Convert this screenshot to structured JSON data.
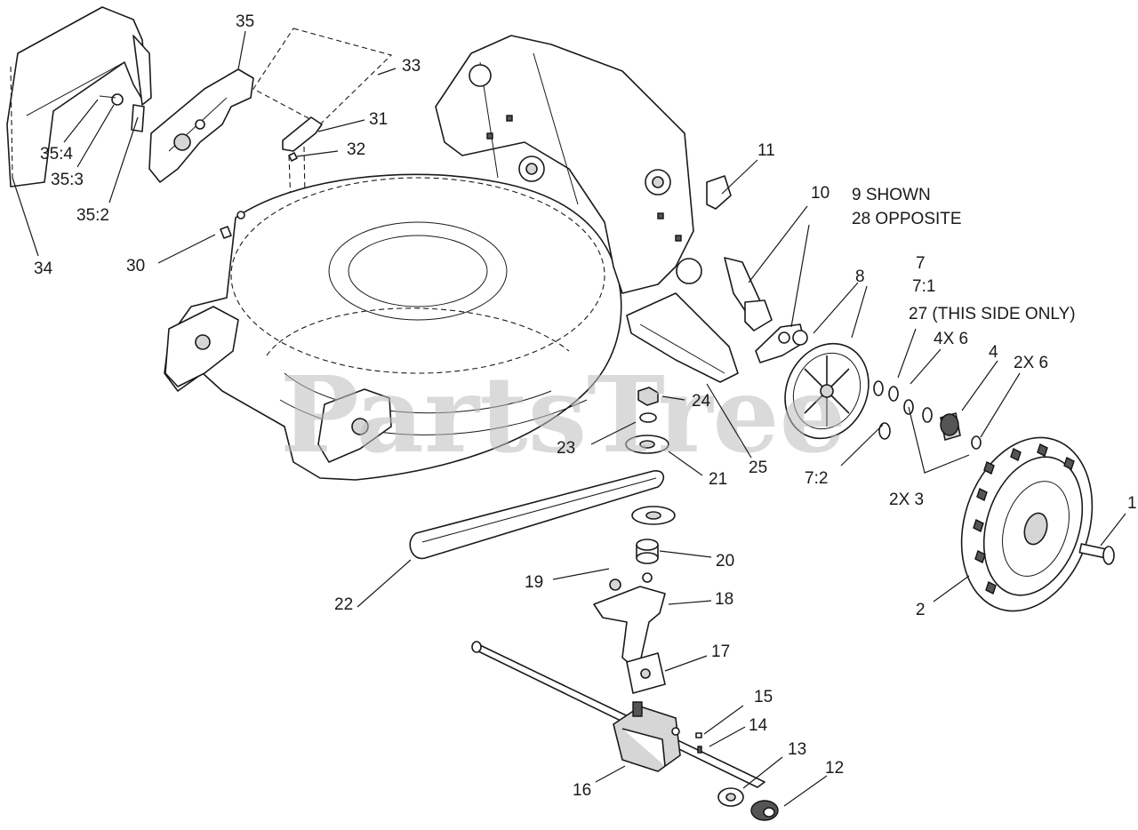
{
  "watermark": "PartsTree",
  "callouts": {
    "c1": "1",
    "c2": "2",
    "c4": "4",
    "c4x6": "4X 6",
    "c2x6": "2X 6",
    "c2x3": "2X 3",
    "c7": "7",
    "c7_1": "7:1",
    "c7_2": "7:2",
    "c8": "8",
    "c9_shown": "9 SHOWN",
    "c28_opposite": "28 OPPOSITE",
    "c10": "10",
    "c11": "11",
    "c12": "12",
    "c13": "13",
    "c14": "14",
    "c15": "15",
    "c16": "16",
    "c17": "17",
    "c18": "18",
    "c19": "19",
    "c20": "20",
    "c21": "21",
    "c22": "22",
    "c23": "23",
    "c24": "24",
    "c25": "25",
    "c27": "27 (THIS SIDE ONLY)",
    "c30": "30",
    "c31": "31",
    "c32": "32",
    "c33": "33",
    "c34": "34",
    "c35": "35",
    "c35_2": "35:2",
    "c35_3": "35:3",
    "c35_4": "35:4"
  }
}
